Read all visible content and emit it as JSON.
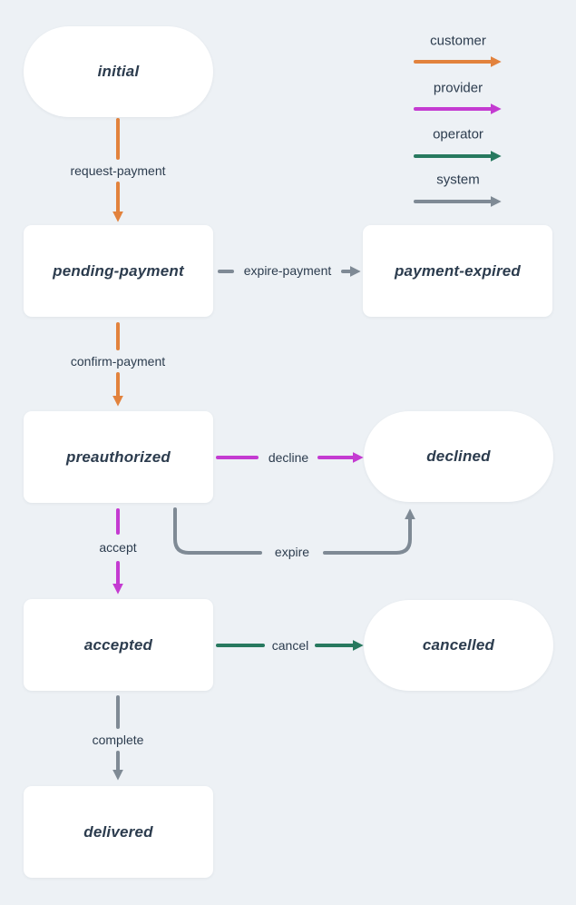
{
  "colors": {
    "background": "#edf1f5",
    "node_bg": "#ffffff",
    "text": "#2c3c4e",
    "customer": "#e2823d",
    "provider": "#c43bd1",
    "operator": "#27795f",
    "system": "#7f8a95"
  },
  "legend": [
    {
      "label": "customer"
    },
    {
      "label": "provider"
    },
    {
      "label": "operator"
    },
    {
      "label": "system"
    }
  ],
  "nodes": {
    "initial": {
      "label": "initial",
      "shape": "stadium"
    },
    "pending_payment": {
      "label": "pending-payment",
      "shape": "rect"
    },
    "payment_expired": {
      "label": "payment-expired",
      "shape": "rect"
    },
    "preauthorized": {
      "label": "preauthorized",
      "shape": "rect"
    },
    "declined": {
      "label": "declined",
      "shape": "stadium"
    },
    "accepted": {
      "label": "accepted",
      "shape": "rect"
    },
    "cancelled": {
      "label": "cancelled",
      "shape": "stadium"
    },
    "delivered": {
      "label": "delivered",
      "shape": "rect"
    }
  },
  "edges": [
    {
      "label": "request-payment",
      "actor": "customer",
      "from": "initial",
      "to": "pending-payment"
    },
    {
      "label": "expire-payment",
      "actor": "system",
      "from": "pending-payment",
      "to": "payment-expired"
    },
    {
      "label": "confirm-payment",
      "actor": "customer",
      "from": "pending-payment",
      "to": "preauthorized"
    },
    {
      "label": "decline",
      "actor": "provider",
      "from": "preauthorized",
      "to": "declined"
    },
    {
      "label": "expire",
      "actor": "system",
      "from": "preauthorized",
      "to": "declined"
    },
    {
      "label": "accept",
      "actor": "provider",
      "from": "preauthorized",
      "to": "accepted"
    },
    {
      "label": "cancel",
      "actor": "operator",
      "from": "accepted",
      "to": "cancelled"
    },
    {
      "label": "complete",
      "actor": "system",
      "from": "accepted",
      "to": "delivered"
    }
  ]
}
